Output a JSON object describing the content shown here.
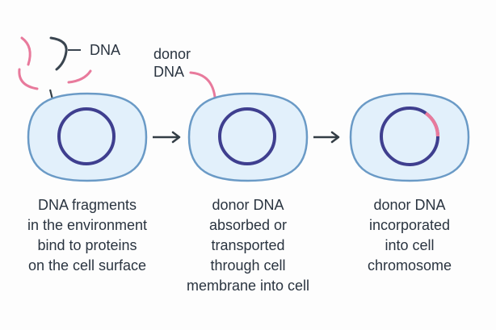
{
  "title": "Bacterial transformation",
  "colors": {
    "cell_fill": "#e2f0fb",
    "cell_stroke": "#6a9ac6",
    "chromosome": "#3f3f8f",
    "donor_dna": "#e87a9c",
    "dark_dna": "#3a4550",
    "arrow": "#333d45",
    "text": "#2a3440"
  },
  "legend": {
    "dna_label": "DNA",
    "donor_label_line1": "donor",
    "donor_label_line2": "DNA"
  },
  "steps": [
    {
      "id": "bind",
      "caption": [
        "DNA fragments",
        "in the environment",
        "bind to proteins",
        "on the cell surface"
      ]
    },
    {
      "id": "uptake",
      "caption": [
        "donor DNA",
        "absorbed or",
        "transported",
        "through cell",
        "membrane into cell"
      ]
    },
    {
      "id": "incorporate",
      "caption": [
        "donor DNA",
        "incorporated",
        "into cell",
        "chromosome"
      ]
    }
  ]
}
